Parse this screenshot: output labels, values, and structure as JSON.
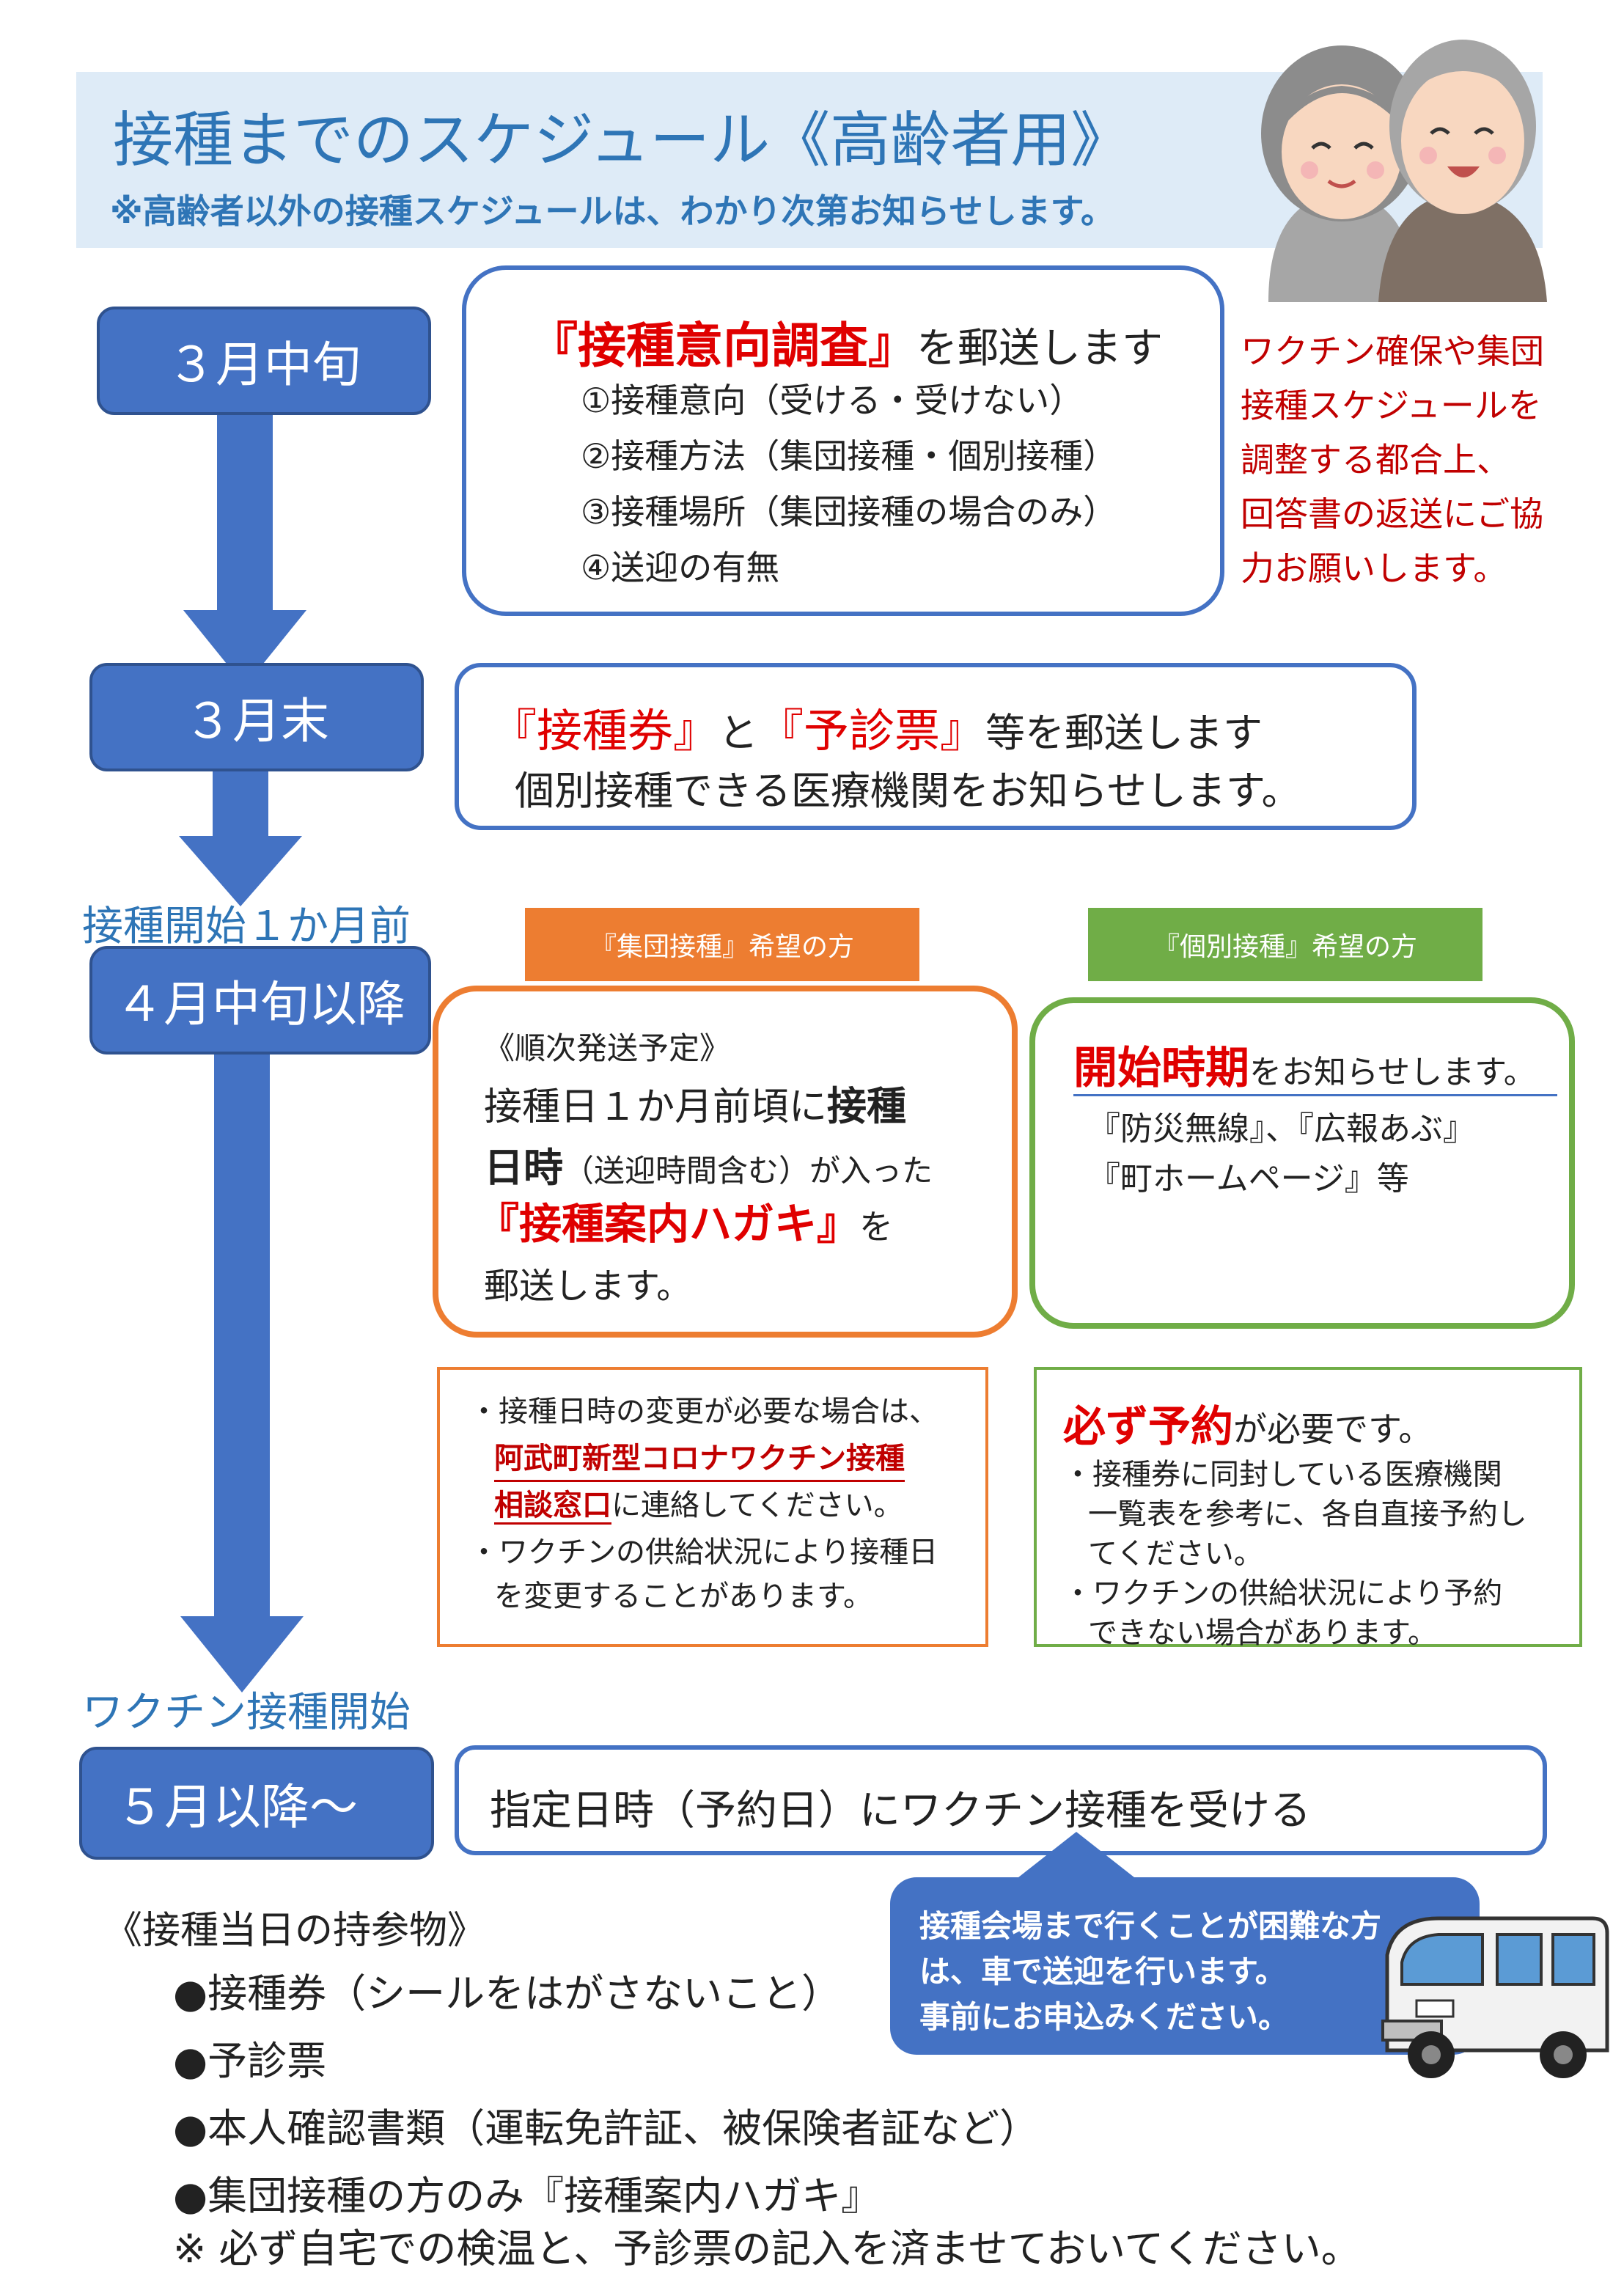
{
  "header": {
    "title": "接種までのスケジュール《高齢者用》",
    "subtitle": "※高齢者以外の接種スケジュールは、わかり次第お知らせします。"
  },
  "steps": {
    "s1": "３月中旬",
    "s2": "３月末",
    "s3_pre": "接種開始１か月前",
    "s3": "４月中旬以降",
    "s4_pre": "ワクチン接種開始",
    "s4": "５月以降～"
  },
  "survey": {
    "title_red": "『接種意向調査』",
    "title_rest": "を郵送します",
    "items": [
      "①接種意向（受ける・受けない）",
      "②接種方法（集団接種・個別接種）",
      "③接種場所（集団接種の場合のみ）",
      "④送迎の有無"
    ]
  },
  "side_note": [
    "ワクチン確保や集団",
    "接種スケジュールを",
    "調整する都合上、",
    "回答書の返送にご協",
    "力お願いします。"
  ],
  "ticket": {
    "red1": "『接種券』",
    "mid": "と",
    "red2": "『予診票』",
    "rest": "等を郵送します",
    "line2": "個別接種できる医療機関をお知らせします。"
  },
  "group": {
    "tab": "『集団接種』希望の方",
    "l1": "《順次発送予定》",
    "l2a": "接種日１か月前頃に",
    "l2b": "接種",
    "l3a": "日時",
    "l3b": "（送迎時間含む）が入った",
    "l4a": "『接種案内ハガキ』",
    "l4b": "を",
    "l5": "郵送します。",
    "note1": "・接種日時の変更が必要な場合は、",
    "note2": "阿武町新型コロナワクチン接種",
    "note3a": "相談窓口",
    "note3b": "に連絡してください。",
    "note4": "・ワクチンの供給状況により接種日",
    "note5": "を変更することがあります。"
  },
  "individual": {
    "tab": "『個別接種』希望の方",
    "l1a": "開始時期",
    "l1b": "をお知らせします。",
    "l2": "『防災無線』、『広報あぶ』",
    "l3": "『町ホームページ』等",
    "note_head_a": "必ず予約",
    "note_head_b": "が必要です。",
    "note1": "・接種券に同封している医療機関",
    "note2": "一覧表を参考に、各自直接予約し",
    "note3": "てください。",
    "note4": "・ワクチンの供給状況により予約",
    "note5": "できない場合があります。"
  },
  "final": {
    "text": "指定日時（予約日）にワクチン接種を受ける"
  },
  "callout": [
    "接種会場まで行くことが困難な方",
    "は、車で送迎を行います。",
    "事前にお申込みください。"
  ],
  "belongings": {
    "title": "《接種当日の持参物》",
    "items": [
      "●接種券（シールをはがさないこと）",
      "●予診票",
      "●本人確認書類（運転免許証、被保険者証など）",
      "●集団接種の方のみ『接種案内ハガキ』"
    ],
    "note": "※ 必ず自宅での検温と、予診票の記入を済ませておいてください。"
  },
  "colors": {
    "blue": "#4472c4",
    "orange": "#ed7d31",
    "green": "#70ad47",
    "red": "#e00000"
  }
}
